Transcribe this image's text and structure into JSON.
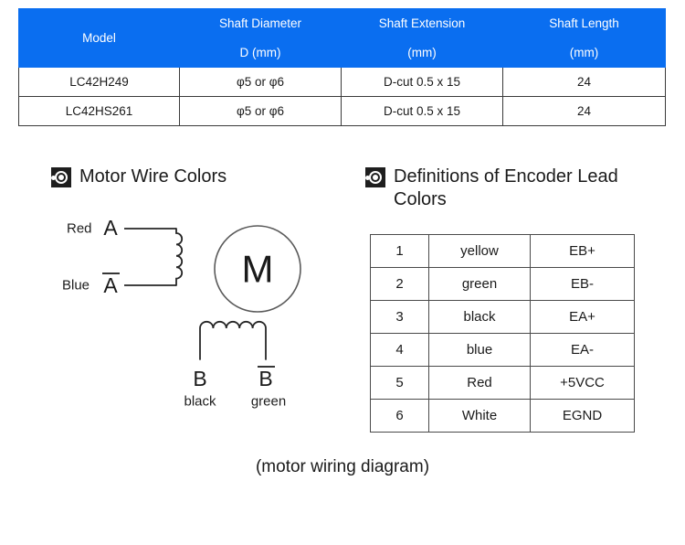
{
  "specs_table": {
    "headers_row1": [
      "Model",
      "Shaft Diameter",
      "Shaft Extension",
      "Shaft Length"
    ],
    "headers_row2": [
      "D (mm)",
      "(mm)",
      "(mm)"
    ],
    "rows": [
      [
        "LC42H249",
        "φ5 or φ6",
        "D-cut 0.5 x 15",
        "24"
      ],
      [
        "LC42HS261",
        "φ5 or φ6",
        "D-cut 0.5 x 15",
        "24"
      ]
    ],
    "header_bg": "#0a6ef0",
    "header_color": "#ffffff"
  },
  "sections": {
    "motor_wire": {
      "icon": "bullseye-icon",
      "title": "Motor Wire Colors"
    },
    "encoder_lead": {
      "icon": "bullseye-icon",
      "title": "Definitions of Encoder Lead Colors"
    }
  },
  "wiring_diagram": {
    "phase_a_wire_color": "Red",
    "phase_a_label": "A",
    "phase_a_bar_wire_color": "Blue",
    "phase_a_bar_label": "A",
    "motor_symbol": "M",
    "phase_b_label": "B",
    "phase_b_bar_label": "B",
    "phase_b_wire_color": "black",
    "phase_b_bar_wire_color": "green",
    "caption": "(motor wiring diagram)"
  },
  "encoder_table": {
    "rows": [
      [
        "1",
        "yellow",
        "EB+"
      ],
      [
        "2",
        "green",
        "EB-"
      ],
      [
        "3",
        "black",
        "EA+"
      ],
      [
        "4",
        "blue",
        "EA-"
      ],
      [
        "5",
        "Red",
        "+5VCC"
      ],
      [
        "6",
        "White",
        "EGND"
      ]
    ]
  }
}
